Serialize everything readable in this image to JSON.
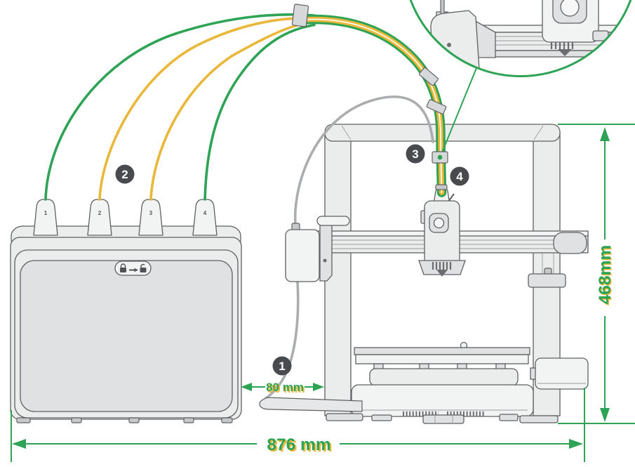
{
  "illustration": {
    "title": "printer-and-ams-dimensions-diagram",
    "callouts": [
      {
        "label": "1"
      },
      {
        "label": "2"
      },
      {
        "label": "3"
      },
      {
        "label": "4"
      }
    ],
    "dimensions": {
      "gap_width": "80 mm",
      "total_width": "876 mm",
      "printer_height": "468mm"
    },
    "ams_unit": {
      "ports": [
        {
          "label": "1"
        },
        {
          "label": "2"
        },
        {
          "label": "3"
        },
        {
          "label": "4"
        }
      ],
      "badge_icons": [
        "lock-icon",
        "arrow-right-icon",
        "unlock-icon"
      ]
    },
    "colors": {
      "accent_green": "#2fa355",
      "accent_yellow": "#e9b739",
      "outline_gray": "#5f6062",
      "callout_bg": "#494a4d"
    }
  }
}
